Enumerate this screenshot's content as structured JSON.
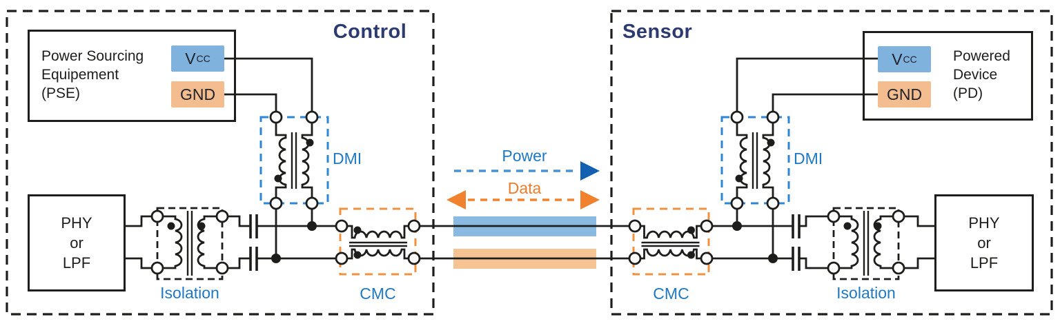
{
  "control": {
    "title": "Control",
    "pse_label": "Power Sourcing\nEquipement\n(PSE)",
    "vcc_label": "V",
    "vcc_sub": "CC",
    "gnd_label": "GND",
    "phy_label": "PHY\nor\nLPF",
    "isolation_label": "Isolation",
    "dmi_label": "DMI",
    "cmc_label": "CMC"
  },
  "sensor": {
    "title": "Sensor",
    "pd_label": "Powered\nDevice\n(PD)",
    "vcc_label": "V",
    "vcc_sub": "CC",
    "gnd_label": "GND",
    "phy_label": "PHY\nor\nLPF",
    "isolation_label": "Isolation",
    "dmi_label": "DMI",
    "cmc_label": "CMC"
  },
  "link": {
    "power_label": "Power",
    "data_label": "Data"
  },
  "colors": {
    "ink": "#1d1d1b",
    "navy_title": "#2c3a72",
    "accent_blue": "#1e78c4",
    "accent_orange": "#f07c28",
    "dmi_box_blue": "#2e86d4",
    "cmc_box_orange": "#f0913f",
    "vcc_badge_bg": "#7fb2dc",
    "gnd_badge_bg": "#f4bd8f",
    "power_bar": "#8abae2",
    "data_bar": "#f6c392",
    "power_arrowhead": "#1360b0"
  }
}
